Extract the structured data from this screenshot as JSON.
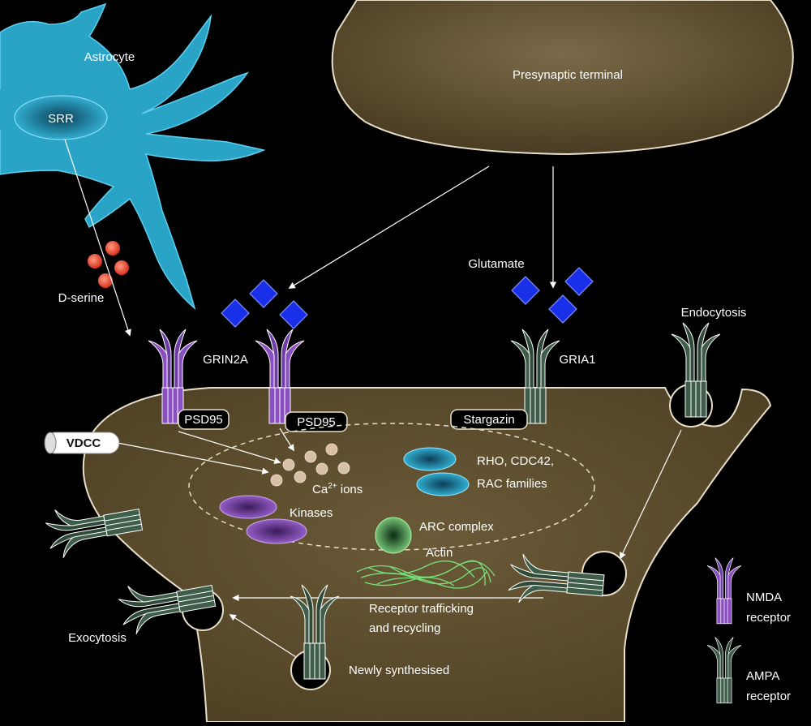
{
  "labels": {
    "astrocyte": "Astrocyte",
    "srr": "SRR",
    "d_serine": "D-serine",
    "presynaptic_terminal": "Presynaptic terminal",
    "glutamate": "Glutamate",
    "grin2a": "GRIN2A",
    "gria1": "GRIA1",
    "endocytosis": "Endocytosis",
    "psd95_left": "PSD95",
    "psd95_right": "PSD95",
    "stargazin": "Stargazin",
    "vdcc": "VDCC",
    "ca_ions_prefix": "Ca",
    "ca_ions_sup": "2+",
    "ca_ions_suffix": " ions",
    "rho_line1": "RHO, CDC42,",
    "rho_line2": "RAC families",
    "kinases": "Kinases",
    "arc_complex": "ARC complex",
    "actin": "Actin",
    "trafficking_line1": "Receptor trafficking",
    "trafficking_line2": "and recycling",
    "exocytosis": "Exocytosis",
    "newly_synthesised": "Newly synthesised"
  },
  "legend": {
    "nmda_line1": "NMDA",
    "nmda_line2": "receptor",
    "ampa_line1": "AMPA",
    "ampa_line2": "receptor"
  },
  "colors": {
    "background": "#000000",
    "cell_body": "#5c4b2c",
    "astrocyte": "#2aa6c8",
    "nmda": "#8a4fc0",
    "ampa": "#3f5e4a",
    "glutamate": "#1a2fe8",
    "d_serine": "#e04530",
    "calcium": "#d8c0a6",
    "rho": "#2aa6c8",
    "kinase": "#8a4fc0",
    "arc": "#3a8a4a",
    "actin": "#7ae07a"
  }
}
